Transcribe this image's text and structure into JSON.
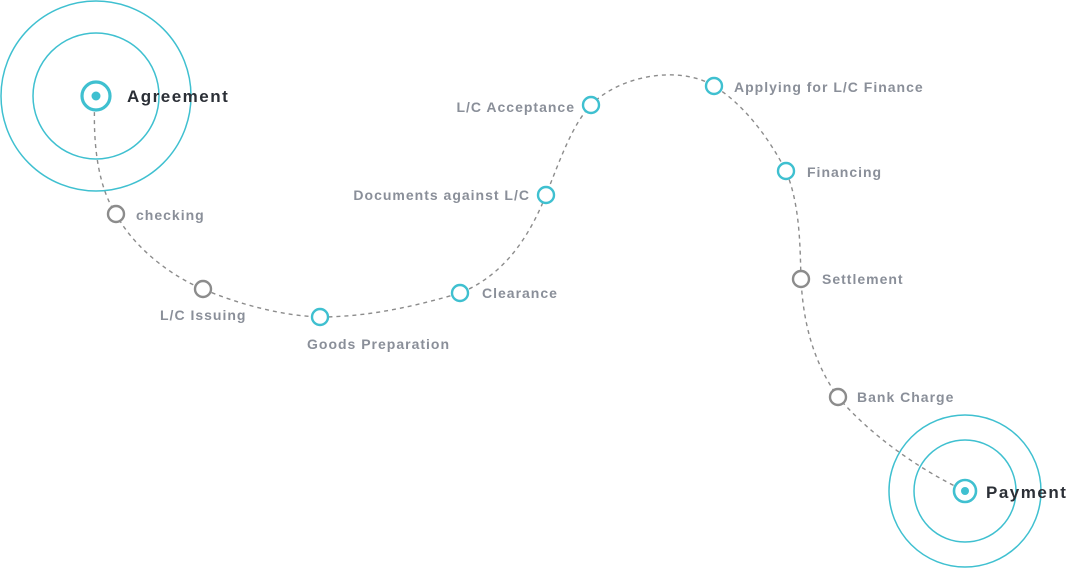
{
  "colors": {
    "accent": "#3fc0d0",
    "neutral": "#8c8c8c",
    "label": "#8a8f99",
    "endpoint_label": "#2b2f36"
  },
  "start": {
    "label": "Agreement"
  },
  "end": {
    "label": "Payment"
  },
  "steps": [
    {
      "label": "checking",
      "status": "neutral"
    },
    {
      "label": "L/C Issuing",
      "status": "neutral"
    },
    {
      "label": "Goods Preparation",
      "status": "accent"
    },
    {
      "label": "Clearance",
      "status": "accent"
    },
    {
      "label": "Documents against L/C",
      "status": "accent"
    },
    {
      "label": "L/C Acceptance",
      "status": "accent"
    },
    {
      "label": "Applying for L/C Finance",
      "status": "accent"
    },
    {
      "label": "Financing",
      "status": "accent"
    },
    {
      "label": "Settlement",
      "status": "neutral"
    },
    {
      "label": "Bank Charge",
      "status": "neutral"
    }
  ]
}
